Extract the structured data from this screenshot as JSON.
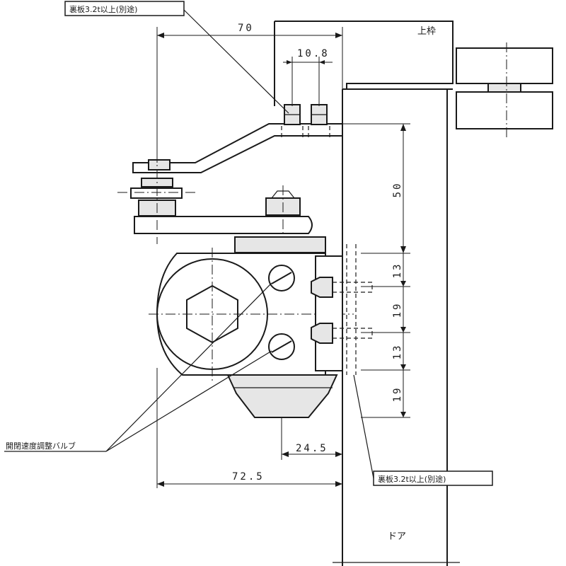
{
  "labels": {
    "backplate_note_top": "裏板3.2t以上(別途)",
    "backplate_note_bottom": "裏板3.2t以上(別途)",
    "upper_frame": "上枠",
    "door": "ドア",
    "valve_note": "開閉速度調整バルブ"
  },
  "dimensions": {
    "d70": "70",
    "d10_8": "10.8",
    "d50": "50",
    "d13_a": "13",
    "d19_a": "19",
    "d13_b": "13",
    "d19_b": "19",
    "d24_5": "24.5",
    "d72_5": "72.5"
  }
}
